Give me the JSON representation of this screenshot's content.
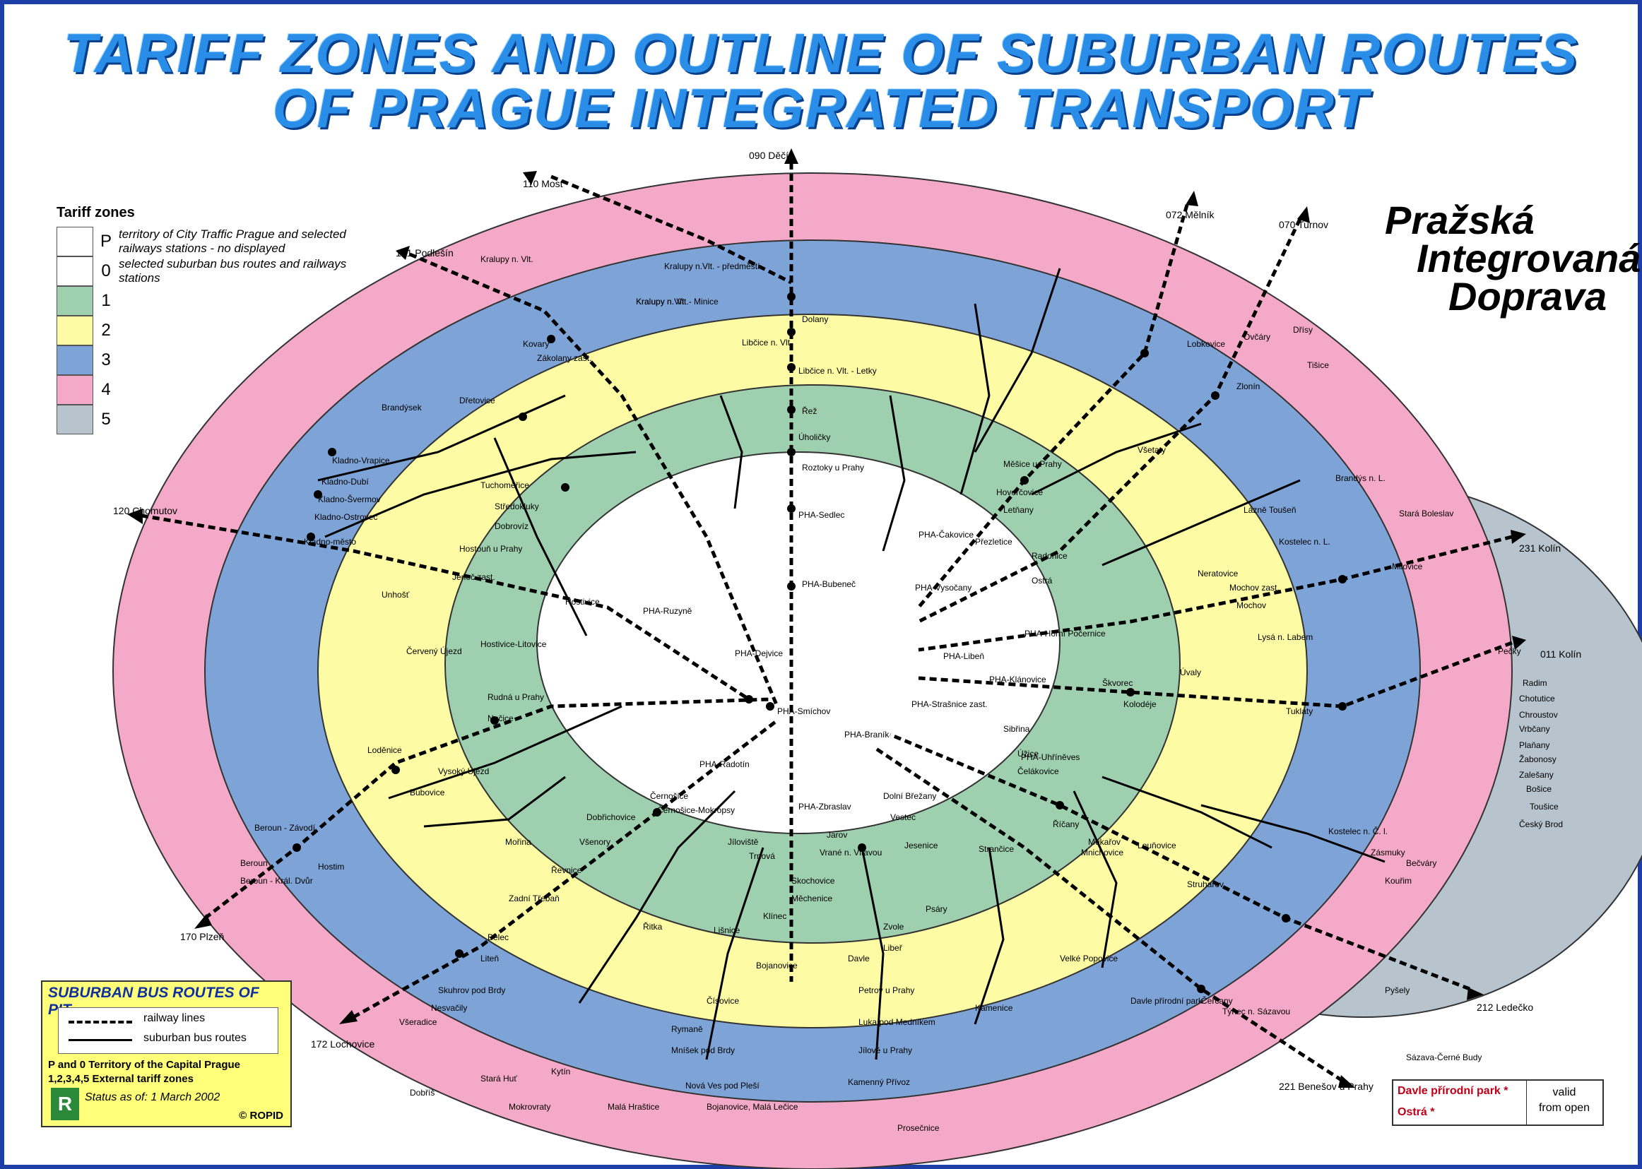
{
  "title": {
    "line1": "TARIFF ZONES AND OUTLINE OF SUBURBAN ROUTES",
    "line2": "OF PRAGUE INTEGRATED TRANSPORT"
  },
  "colors": {
    "zone_P": "#ffffff",
    "zone_1": "#9ed0b0",
    "zone_2": "#fdfca4",
    "zone_3": "#7ea3d6",
    "zone_4": "#f5a9c8",
    "zone_5": "#b7c3cd",
    "frame": "#1e3fa8",
    "title": "#2a8ee8",
    "lines": "#000000"
  },
  "tariff_legend": {
    "heading": "Tariff zones",
    "rows": [
      {
        "code": "P",
        "desc": "territory of City Traffic Prague and selected railways stations - no displayed",
        "color": "#ffffff"
      },
      {
        "code": "0",
        "desc": "selected suburban bus routes and railways stations",
        "color": "#ffffff"
      },
      {
        "code": "1",
        "desc": "",
        "color": "#9ed0b0"
      },
      {
        "code": "2",
        "desc": "",
        "color": "#fdfca4"
      },
      {
        "code": "3",
        "desc": "",
        "color": "#7ea3d6"
      },
      {
        "code": "4",
        "desc": "",
        "color": "#f5a9c8"
      },
      {
        "code": "5",
        "desc": "",
        "color": "#b7c3cd"
      }
    ]
  },
  "logo": {
    "line1": "Pražská",
    "line2": "Integrovaná",
    "line3": "Doprava"
  },
  "bus_legend": {
    "title": "SUBURBAN BUS ROUTES OF PIT",
    "railway": "railway lines",
    "bus": "suburban bus routes",
    "territory_1": "P and 0    Territory of the Capital Prague",
    "territory_2": "1,2,3,4,5   External tariff zones",
    "status": "Status as of: 1 March 2002",
    "copyright": "© ROPID",
    "rp_mark": "R"
  },
  "valid_box": {
    "row1": "Davle přírodní park *",
    "row2": "Ostrá *",
    "right_1": "valid",
    "right_2": "from open"
  },
  "directions": [
    {
      "label": "090 Děčín"
    },
    {
      "label": "110 Most"
    },
    {
      "label": "121 Podlešín"
    },
    {
      "label": "120 Chomutov"
    },
    {
      "label": "170 Plzeň"
    },
    {
      "label": "172 Lochovice"
    },
    {
      "label": "072 Mělník"
    },
    {
      "label": "070 Turnov"
    },
    {
      "label": "231 Kolín"
    },
    {
      "label": "011 Kolín"
    },
    {
      "label": "212 Ledečko"
    },
    {
      "label": "221 Benešov u Prahy"
    }
  ],
  "places": [
    {
      "label": "Kralupy n.Vlt. - předměstí"
    },
    {
      "label": "Kralupy n.Vlt. - Minice"
    },
    {
      "label": "Dolany"
    },
    {
      "label": "Libčice n. Vlt."
    },
    {
      "label": "Libčice n. Vlt. - Letky"
    },
    {
      "label": "Řež"
    },
    {
      "label": "Úholičky"
    },
    {
      "label": "Roztoky u Prahy"
    },
    {
      "label": "PHA-Sedlec"
    },
    {
      "label": "PHA-Bubeneč"
    },
    {
      "label": "PHA-Dejvice"
    },
    {
      "label": "PHA-Ruzyně"
    },
    {
      "label": "PHA-Smíchov"
    },
    {
      "label": "PHA-Radotín"
    },
    {
      "label": "PHA-Zbraslav"
    },
    {
      "label": "PHA-Braník"
    },
    {
      "label": "PHA-Čakovice"
    },
    {
      "label": "PHA-Vysočany"
    },
    {
      "label": "PHA-Horní Počernice"
    },
    {
      "label": "PHA-Libeň"
    },
    {
      "label": "PHA-Klánovice"
    },
    {
      "label": "PHA-Strašnice zast."
    },
    {
      "label": "PHA-Uhříněves"
    },
    {
      "label": "Kladno-Vrapice"
    },
    {
      "label": "Kladno-Dubí"
    },
    {
      "label": "Kladno-Švermov"
    },
    {
      "label": "Kladno-Ostrovec"
    },
    {
      "label": "Kladno-město"
    },
    {
      "label": "Kralupy n. Vlt."
    },
    {
      "label": "Kralupy n. Vlt."
    },
    {
      "label": "Brandýsek"
    },
    {
      "label": "Dřetovice"
    },
    {
      "label": "Kovary"
    },
    {
      "label": "Zákolany zast."
    },
    {
      "label": "Středokluky"
    },
    {
      "label": "Tuchoměřice"
    },
    {
      "label": "Dobrovíz"
    },
    {
      "label": "Hostouň u Prahy"
    },
    {
      "label": "Jeneč zast."
    },
    {
      "label": "Unhošť"
    },
    {
      "label": "Červený Újezd"
    },
    {
      "label": "Hostivice"
    },
    {
      "label": "Hostivice-Litovice"
    },
    {
      "label": "Rudná u Prahy"
    },
    {
      "label": "Nučice"
    },
    {
      "label": "Loděnice"
    },
    {
      "label": "Vysoký Újezd"
    },
    {
      "label": "Bubovice"
    },
    {
      "label": "Mořina"
    },
    {
      "label": "Beroun - Závodí"
    },
    {
      "label": "Beroun"
    },
    {
      "label": "Beroun - Král. Dvůr"
    },
    {
      "label": "Hostim"
    },
    {
      "label": "Řevnice"
    },
    {
      "label": "Zadní Třebaň"
    },
    {
      "label": "Všenory"
    },
    {
      "label": "Dobřichovice"
    },
    {
      "label": "Černošice"
    },
    {
      "label": "Černošice-Mokropsy"
    },
    {
      "label": "Liteň"
    },
    {
      "label": "Bělec"
    },
    {
      "label": "Skuhrov pod Brdy"
    },
    {
      "label": "Nesvačily"
    },
    {
      "label": "Všeradice"
    },
    {
      "label": "Řitka"
    },
    {
      "label": "Lišnice"
    },
    {
      "label": "Jíloviště"
    },
    {
      "label": "Trnová"
    },
    {
      "label": "Klínec"
    },
    {
      "label": "Bojanovice"
    },
    {
      "label": "Čísovice"
    },
    {
      "label": "Rymaně"
    },
    {
      "label": "Mníšek pod Brdy"
    },
    {
      "label": "Kytín"
    },
    {
      "label": "Dobříš"
    },
    {
      "label": "Stará Huť"
    },
    {
      "label": "Mokrovraty"
    },
    {
      "label": "Malá Hraštice"
    },
    {
      "label": "Nová Ves pod Pleší"
    },
    {
      "label": "Bojanovice, Malá Lečice"
    },
    {
      "label": "Skochovice"
    },
    {
      "label": "Měchenice"
    },
    {
      "label": "Vrané n. Vltavou"
    },
    {
      "label": "Jarov"
    },
    {
      "label": "Davle"
    },
    {
      "label": "Petrov u Prahy"
    },
    {
      "label": "Luka pod Medníkem"
    },
    {
      "label": "Jílové u Prahy"
    },
    {
      "label": "Kamenný Přívoz"
    },
    {
      "label": "Prosečnice"
    },
    {
      "label": "Zvole"
    },
    {
      "label": "Libeř"
    },
    {
      "label": "Psáry"
    },
    {
      "label": "Jesenice"
    },
    {
      "label": "Vestec"
    },
    {
      "label": "Dolní Břežany"
    },
    {
      "label": "Kamenice"
    },
    {
      "label": "Velké Popovice"
    },
    {
      "label": "Struhařov"
    },
    {
      "label": "Říčany"
    },
    {
      "label": "Strančice"
    },
    {
      "label": "Mnichovice"
    },
    {
      "label": "Mukařov"
    },
    {
      "label": "Louňovice"
    },
    {
      "label": "Kostelec n. Č. l."
    },
    {
      "label": "Kouřim"
    },
    {
      "label": "Zásmuky"
    },
    {
      "label": "Bečváry"
    },
    {
      "label": "Pečky"
    },
    {
      "label": "Radim"
    },
    {
      "label": "Chotutice"
    },
    {
      "label": "Chroustov"
    },
    {
      "label": "Vrbčany"
    },
    {
      "label": "Plaňany"
    },
    {
      "label": "Žabonosy"
    },
    {
      "label": "Zalešany"
    },
    {
      "label": "Bošice"
    },
    {
      "label": "Toušice"
    },
    {
      "label": "Český Brod"
    },
    {
      "label": "Tuklaty"
    },
    {
      "label": "Úvaly"
    },
    {
      "label": "Škvorec"
    },
    {
      "label": "Kolodéje"
    },
    {
      "label": "Sibřina"
    },
    {
      "label": "Úžice"
    },
    {
      "label": "Čelákovice"
    },
    {
      "label": "Mochov zast."
    },
    {
      "label": "Mochov"
    },
    {
      "label": "Lysá n. Labem"
    },
    {
      "label": "Milovice"
    },
    {
      "label": "Stará Boleslav"
    },
    {
      "label": "Brandýs n. L."
    },
    {
      "label": "Lázně Toušeň"
    },
    {
      "label": "Kostelec n. L."
    },
    {
      "label": "Neratovice"
    },
    {
      "label": "Všetaty"
    },
    {
      "label": "Ovčáry"
    },
    {
      "label": "Dřísy"
    },
    {
      "label": "Tišice"
    },
    {
      "label": "Lobkovice"
    },
    {
      "label": "Zlonín"
    },
    {
      "label": "Měšice u Prahy"
    },
    {
      "label": "Hovorčovice"
    },
    {
      "label": "Letňany"
    },
    {
      "label": "Přezletice"
    },
    {
      "label": "Radonice"
    },
    {
      "label": "Ostrá"
    },
    {
      "label": "Sázava-Černé Budy"
    },
    {
      "label": "Pyšely"
    },
    {
      "label": "Čerčany"
    },
    {
      "label": "Týnec n. Sázavou"
    },
    {
      "label": "Davle přírodní park"
    }
  ]
}
